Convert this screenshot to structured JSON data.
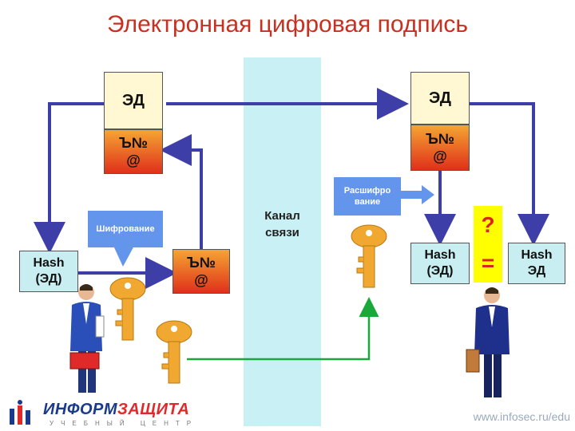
{
  "title": "Электронная цифровая подпись",
  "channel_label": "Канал\nсвязи",
  "sender": {
    "document_label": "ЭД",
    "signature_label": "Ъ№\n@",
    "hash_label": "Hash\n(ЭД)",
    "signature_copy_label": "Ъ№\n@",
    "encrypt_label": "Шифрование"
  },
  "receiver": {
    "document_label": "ЭД",
    "signature_label": "Ъ№\n@",
    "decrypt_label": "Расшифро\nвание",
    "hash_decrypted_label": "Hash\n(ЭД)",
    "hash_computed_label": "Hash\nЭД",
    "compare_question": "?",
    "compare_equals": "="
  },
  "footer": {
    "logo_main_a": "ИНФОРМ",
    "logo_main_b": "ЗАЩИТА",
    "logo_sub": "УЧЕБНЫЙ ЦЕНТР",
    "url": "www.infosec.ru/edu"
  },
  "colors": {
    "arrow": "#3e3ea8",
    "key_gold": "#f0a830",
    "channel": "#c9f1f5",
    "title": "#c8311f",
    "green_arrow": "#1aa83a"
  }
}
